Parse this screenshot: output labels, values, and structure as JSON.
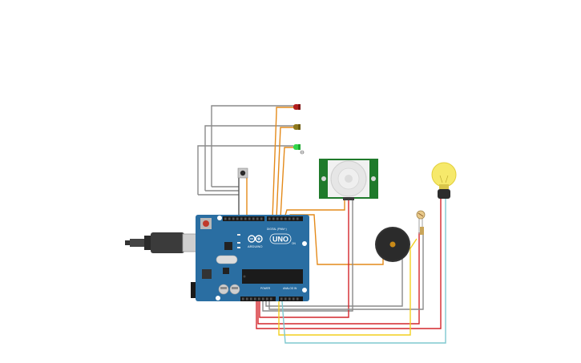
{
  "board": {
    "model_label": "UNO",
    "brand_label": "ARDUINO",
    "digital_label": "DIGITAL (PWM~)",
    "power_label": "POWER",
    "analog_label": "ANALOG IN",
    "on_label": "ON",
    "color": "#2a6ea2"
  },
  "components": {
    "led_red": "#b41e1e",
    "led_yellow": "#8f7a1c",
    "led_green": "#33d64a",
    "pir_board": "#1f7a2b",
    "buzzer": "#333333",
    "bulb": "#f6e96b"
  },
  "wire_colors": {
    "gray": "#8a8a8a",
    "orange": "#e48a1a",
    "red": "#d4262c",
    "yellow": "#f2cf1f",
    "teal": "#7ec8cf"
  }
}
